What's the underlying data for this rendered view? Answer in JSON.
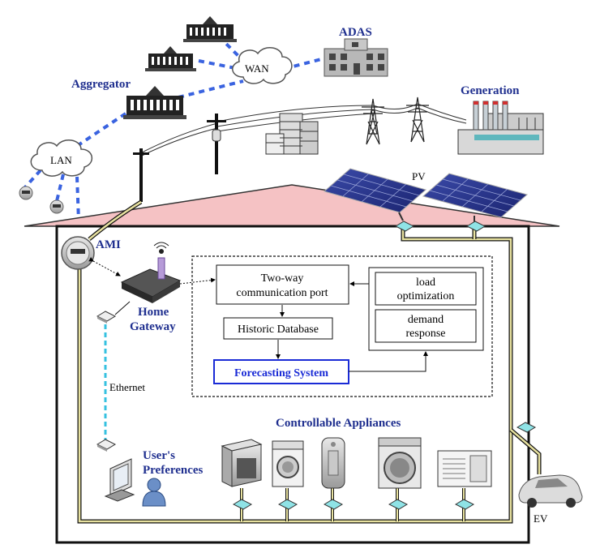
{
  "labels": {
    "adas": "ADAS",
    "wan": "WAN",
    "aggregator": "Aggregator",
    "generation": "Generation",
    "lan": "LAN",
    "pv": "PV",
    "ami": "AMI",
    "home_gateway_line1": "Home",
    "home_gateway_line2": "Gateway",
    "ethernet": "Ethernet",
    "users_pref_line1": "User's",
    "users_pref_line2": "Preferences",
    "controllable_appliances": "Controllable Appliances",
    "ev": "EV"
  },
  "boxes": {
    "two_way_line1": "Two-way",
    "two_way_line2": "communication port",
    "historic_db": "Historic Database",
    "forecasting": "Forecasting System",
    "load_opt_line1": "load",
    "load_opt_line2": "optimization",
    "demand_line1": "demand",
    "demand_line2": "response"
  },
  "colors": {
    "label_blue": "#1f2f8f",
    "network_dash": "#3a63e0",
    "ethernet_dash": "#35c1e0",
    "roof": "#f5c2c4",
    "power_line": "#e8e2a0",
    "node_teal": "#8fe3e6",
    "forecast_blue": "#1a2bd6"
  },
  "icons": [
    "building-icon",
    "cloud-icon",
    "meter-icon",
    "router-icon",
    "solar-panel-icon",
    "transmission-tower-icon",
    "factory-icon",
    "appliance-icon",
    "monitor-icon",
    "user-icon",
    "car-icon"
  ]
}
